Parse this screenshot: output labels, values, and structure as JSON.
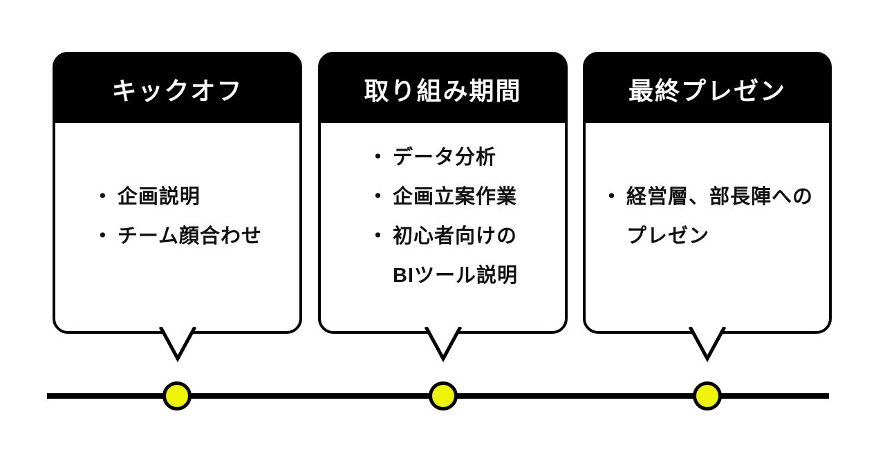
{
  "diagram": {
    "type": "timeline",
    "bullet": "・",
    "colors": {
      "background": "#ffffff",
      "card_border": "#000000",
      "header_bg": "#000000",
      "header_text": "#ffffff",
      "body_text": "#111111",
      "timeline_line": "#000000",
      "marker_fill": "#eef407",
      "marker_border": "#000000"
    },
    "cards": [
      {
        "title": "キックオフ",
        "items": [
          {
            "lines": [
              "企画説明"
            ]
          },
          {
            "lines": [
              "チーム顔合わせ"
            ]
          }
        ]
      },
      {
        "title": "取り組み期間",
        "items": [
          {
            "lines": [
              "データ分析"
            ]
          },
          {
            "lines": [
              "企画立案作業"
            ]
          },
          {
            "lines": [
              "初心者向けの",
              "BIツール説明"
            ]
          }
        ]
      },
      {
        "title": "最終プレゼン",
        "items": [
          {
            "lines": [
              "経営層、部長陣への",
              "プレゼン"
            ]
          }
        ]
      }
    ],
    "marker_count": 3
  }
}
